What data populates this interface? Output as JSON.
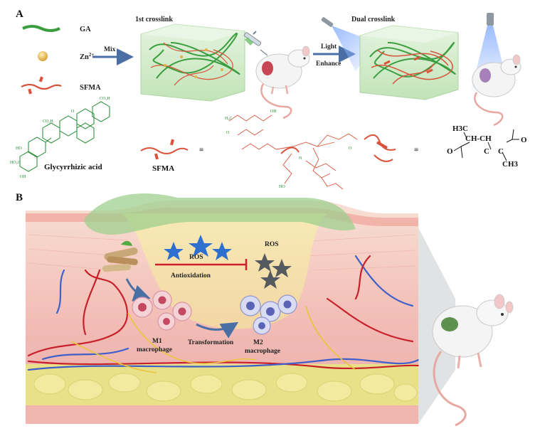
{
  "panels": {
    "a": "A",
    "b": "B"
  },
  "legend": {
    "ga": "GA",
    "zn": "Zn",
    "zn_sup": "2+",
    "sfma": "SFMA"
  },
  "arrows": {
    "mix": "Mix",
    "light": "Light",
    "enhance": "Enhance"
  },
  "steps": {
    "first": "1st crosslink",
    "dual": "Dual crosslink"
  },
  "chemistry": {
    "glycyrrhizic": "Glycyrrhizic acid",
    "sfma": "SFMA",
    "equiv": "≡",
    "h3c": "H3C",
    "chch": "CH-CH",
    "o_left": "O",
    "o_right": "O",
    "c_left": "C",
    "c_right": "C",
    "ch3": "CH3"
  },
  "wound": {
    "ros_left": "ROS",
    "ros_right": "ROS",
    "antioxidation": "Antioxidation",
    "transformation": "Transformation",
    "m1_line1": "M1",
    "m1_line2": "macrophage",
    "m2_line1": "M2",
    "m2_line2": "macrophage"
  },
  "colors": {
    "ga_green": "#3a9e3f",
    "sfma_red": "#d9533c",
    "zn_gold": "#e2b04a",
    "arrow_blue": "#4a6fa5",
    "hydrogel_green": "#c9e9c0",
    "antiox_red": "#d0202a",
    "ros_blue": "#2f6fd0",
    "ros_gray": "#555a60",
    "tissue_pink": "#f3c6c0",
    "fat_yellow": "#e9e08a"
  }
}
